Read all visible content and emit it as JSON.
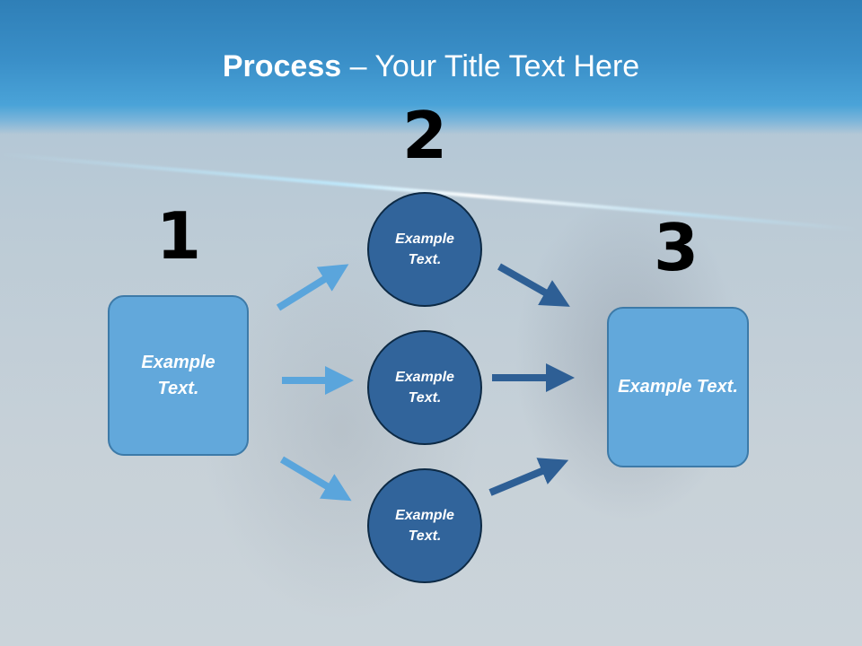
{
  "slide": {
    "title_bold": "Process",
    "title_rest": " – Your Title Text Here"
  },
  "steps": {
    "one": "1",
    "two": "2",
    "three": "3"
  },
  "left_box": {
    "text": "Example Text."
  },
  "right_box": {
    "text": "Example Text."
  },
  "circles": [
    {
      "text": "Example Text."
    },
    {
      "text": "Example Text."
    },
    {
      "text": "Example Text."
    }
  ],
  "colors": {
    "box_fill": "#62a8db",
    "circle_fill": "#31649b",
    "arrow_light": "#5aa5dc",
    "arrow_dark": "#2e5f95",
    "header": "#3a8fc8"
  }
}
